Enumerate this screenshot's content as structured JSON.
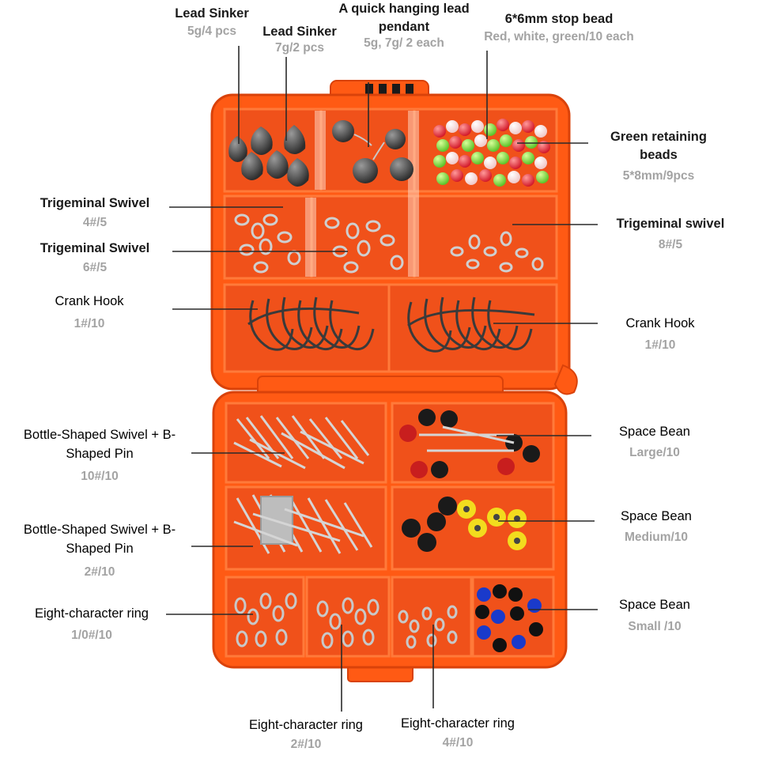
{
  "callouts": {
    "lead_sinker_5g": {
      "title": "Lead Sinker",
      "spec": "5g/4 pcs"
    },
    "lead_sinker_7g": {
      "title": "Lead Sinker",
      "spec": "7g/2 pcs"
    },
    "lead_pendant": {
      "title": "A quick hanging lead pendant",
      "spec": "5g, 7g/ 2 each"
    },
    "stop_bead": {
      "title": "6*6mm stop bead",
      "spec": "Red, white, green/10 each"
    },
    "green_beads": {
      "title": "Green retaining beads",
      "spec": "5*8mm/9pcs"
    },
    "trig_swivel_4": {
      "title": "Trigeminal Swivel",
      "spec": "4#/5"
    },
    "trig_swivel_6": {
      "title": "Trigeminal Swivel",
      "spec": "6#/5"
    },
    "trig_swivel_8": {
      "title": "Trigeminal swivel",
      "spec": "8#/5"
    },
    "crank_hook_left": {
      "title": "Crank Hook",
      "spec": "1#/10"
    },
    "crank_hook_right": {
      "title": "Crank Hook",
      "spec": "1#/10"
    },
    "bottle_swivel_10": {
      "title": "Bottle-Shaped Swivel + B-Shaped Pin",
      "spec": "10#/10"
    },
    "bottle_swivel_2": {
      "title": "Bottle-Shaped Swivel + B-Shaped Pin",
      "spec": "2#/10"
    },
    "space_bean_large": {
      "title": "Space Bean",
      "spec": "Large/10"
    },
    "space_bean_medium": {
      "title": "Space Bean",
      "spec": "Medium/10"
    },
    "space_bean_small": {
      "title": "Space Bean",
      "spec": "Small /10"
    },
    "eight_ring_10": {
      "title": "Eight-character ring",
      "spec": "1/0#/10"
    },
    "eight_ring_2": {
      "title": "Eight-character ring",
      "spec": "2#/10"
    },
    "eight_ring_4": {
      "title": "Eight-character ring",
      "spec": "4#/10"
    }
  },
  "colors": {
    "box_orange": "#ff5a14",
    "box_orange_dark": "#d9420a",
    "title_text": "#1a1a1a",
    "spec_text": "#a3a3a3",
    "leader_line": "#2a2a2a"
  }
}
